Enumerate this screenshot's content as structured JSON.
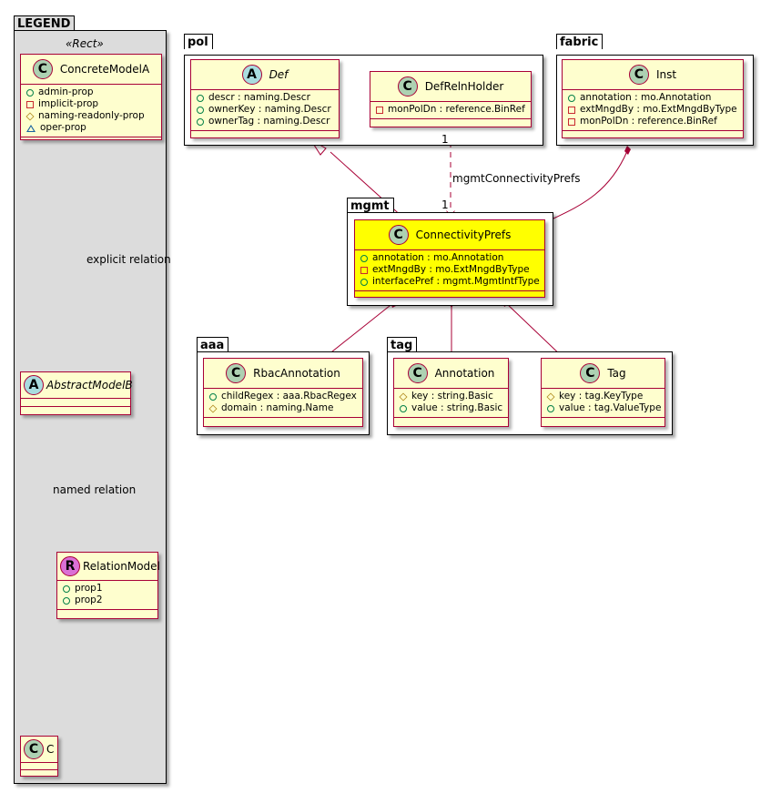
{
  "legend": {
    "package": "LEGEND",
    "stereotype": "«Rect»",
    "concrete": {
      "badge": "C",
      "name": "ConcreteModelA",
      "attrs": [
        {
          "vis": "public",
          "text": "admin-prop"
        },
        {
          "vis": "private",
          "text": "implicit-prop"
        },
        {
          "vis": "protected",
          "text": "naming-readonly-prop"
        },
        {
          "vis": "package",
          "text": "oper-prop"
        }
      ]
    },
    "abstract": {
      "badge": "A",
      "name": "AbstractModelB"
    },
    "relation": {
      "badge": "R",
      "name": "RelationModel",
      "attrs": [
        {
          "vis": "public",
          "text": "prop1"
        },
        {
          "vis": "public",
          "text": "prop2"
        }
      ]
    },
    "c": {
      "badge": "C",
      "name": "C"
    },
    "explicit_relation": "explicit relation",
    "named_relation": "named relation"
  },
  "packages": {
    "pol": "pol",
    "fabric": "fabric",
    "mgmt": "mgmt",
    "aaa": "aaa",
    "tag": "tag"
  },
  "classes": {
    "def": {
      "badge": "A",
      "name": "Def",
      "attrs": [
        {
          "vis": "public",
          "text": "descr : naming.Descr"
        },
        {
          "vis": "public",
          "text": "ownerKey : naming.Descr"
        },
        {
          "vis": "public",
          "text": "ownerTag : naming.Descr"
        }
      ]
    },
    "defrelnholder": {
      "badge": "C",
      "name": "DefRelnHolder",
      "attrs": [
        {
          "vis": "private",
          "text": "monPolDn : reference.BinRef"
        }
      ]
    },
    "inst": {
      "badge": "C",
      "name": "Inst",
      "attrs": [
        {
          "vis": "public",
          "text": "annotation : mo.Annotation"
        },
        {
          "vis": "private",
          "text": "extMngdBy : mo.ExtMngdByType"
        },
        {
          "vis": "private",
          "text": "monPolDn : reference.BinRef"
        }
      ]
    },
    "connectivityprefs": {
      "badge": "C",
      "name": "ConnectivityPrefs",
      "highlight": "#ffff00",
      "attrs": [
        {
          "vis": "public",
          "text": "annotation : mo.Annotation"
        },
        {
          "vis": "private",
          "text": "extMngdBy : mo.ExtMngdByType"
        },
        {
          "vis": "public",
          "text": "interfacePref : mgmt.MgmtIntfType"
        }
      ]
    },
    "rbacannotation": {
      "badge": "C",
      "name": "RbacAnnotation",
      "attrs": [
        {
          "vis": "public",
          "text": "childRegex : aaa.RbacRegex"
        },
        {
          "vis": "protected",
          "text": "domain : naming.Name"
        }
      ]
    },
    "annotation": {
      "badge": "C",
      "name": "Annotation",
      "attrs": [
        {
          "vis": "protected",
          "text": "key : string.Basic"
        },
        {
          "vis": "public",
          "text": "value : string.Basic"
        }
      ]
    },
    "tag": {
      "badge": "C",
      "name": "Tag",
      "attrs": [
        {
          "vis": "protected",
          "text": "key : tag.KeyType"
        },
        {
          "vis": "public",
          "text": "value : tag.ValueType"
        }
      ]
    }
  },
  "relations": {
    "mgmt_connectivity_prefs": "mgmtConnectivityPrefs",
    "mult_source": "1",
    "mult_target": "1"
  },
  "colors": {
    "line": "#a80036",
    "class_fill": "#fefece",
    "highlight": "#ffff00",
    "legend_fill": "#dcdcdc"
  }
}
